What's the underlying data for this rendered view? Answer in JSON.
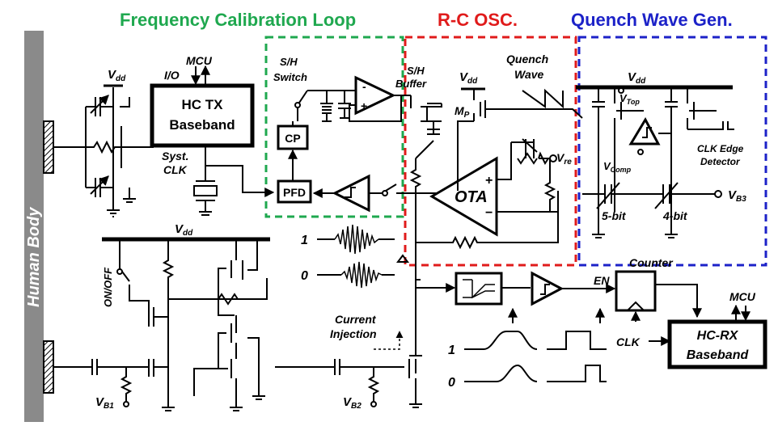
{
  "sections": {
    "fcl_title": "Frequency Calibration Loop",
    "osc_title": "R-C OSC.",
    "qwg_title": "Quench Wave Gen.",
    "colors": {
      "fcl": "#1fa84f",
      "osc": "#e01b1b",
      "qwg": "#1c22c8"
    }
  },
  "side": {
    "human_body": "Human Body"
  },
  "labels": {
    "vdd": "V",
    "vdd_sub": "dd",
    "mcu": "MCU",
    "io": "I/O",
    "hc_tx_1": "HC TX",
    "hc_tx_2": "Baseband",
    "syst": "Syst.",
    "clk": "CLK",
    "sh": "S/H",
    "switch": "Switch",
    "buffer": "Buffer",
    "cp": "CP",
    "pfd": "PFD",
    "quench_1": "Quench",
    "quench_2": "Wave",
    "mp": "M",
    "mp_sub": "P",
    "vtop": "V",
    "vtop_sub": "Top",
    "vcomp": "V",
    "vcomp_sub": "Comp",
    "vref": "V",
    "vref_sub": "re",
    "ota": "OTA",
    "plus": "+",
    "minus": "−",
    "clk_edge_1": "CLK Edge",
    "clk_edge_2": "Detector",
    "bit5": "5-bit",
    "bit4": "4-bit",
    "vb3": "V",
    "vb3_sub": "B3",
    "on_off": "ON/OFF",
    "bit1": "1",
    "bit0": "0",
    "current_1": "Current",
    "current_2": "Injection",
    "en": "EN",
    "counter": "Counter",
    "clk_in": "CLK",
    "hc_rx_1": "HC-RX",
    "hc_rx_2": "Baseband",
    "mcu2": "MCU",
    "vb1": "V",
    "vb1_sub": "B1",
    "vb2": "V",
    "vb2_sub": "B2",
    "vdd_mid": "V",
    "vdd_mid_sub": "dd"
  }
}
